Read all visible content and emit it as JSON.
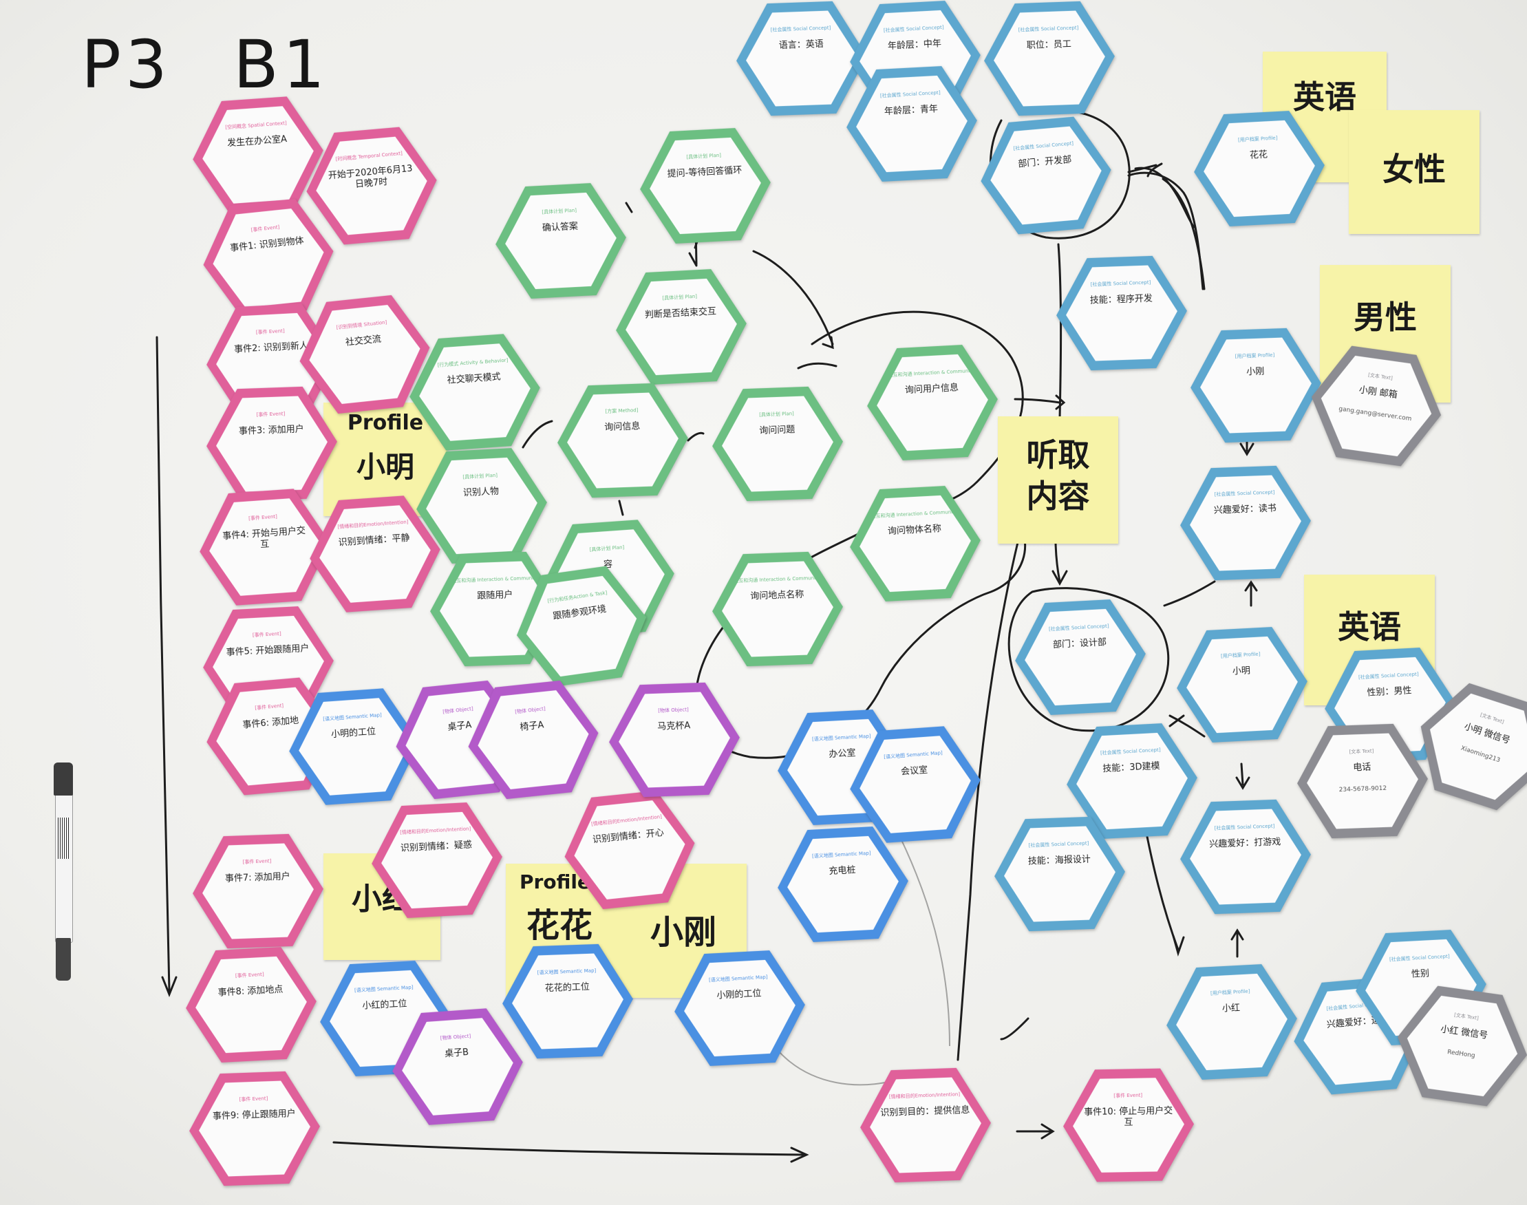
{
  "board": {
    "title_handwriting": [
      "P3",
      "B1"
    ],
    "colors": {
      "episode": "#e0609a",
      "action": "#6cbf82",
      "user": "#5da7cf",
      "environment": "#4a90e2",
      "object": "#b35ac9",
      "text": "#8c8c92",
      "sticky_note": "#f7f3a8",
      "ink": "#1a1a1a"
    }
  },
  "notes": [
    {
      "lines": [
        "Profile",
        "小明"
      ]
    },
    {
      "lines": [
        "听取",
        "内容"
      ]
    },
    {
      "lines": [
        "小红"
      ]
    },
    {
      "lines": [
        "Profile",
        "花花",
        "小刚"
      ]
    },
    {
      "lines": [
        "英语"
      ]
    },
    {
      "lines": [
        "女性"
      ]
    },
    {
      "lines": [
        "男性"
      ]
    },
    {
      "lines": [
        "英语"
      ]
    }
  ],
  "cards": [
    {
      "kind": "episode",
      "sub": "[空间概念 Spatial Context]",
      "label": "发生在办公室A"
    },
    {
      "kind": "episode",
      "sub": "[时间概念 Temporal Context]",
      "label": "开始于2020年6月13日晚7时"
    },
    {
      "kind": "episode",
      "sub": "[事件 Event]",
      "label": "事件1: 识别到物体"
    },
    {
      "kind": "episode",
      "sub": "[事件 Event]",
      "label": "事件2: 识别到新人"
    },
    {
      "kind": "episode",
      "sub": "[识别到情境 Situation]",
      "label": "社交交流"
    },
    {
      "kind": "episode",
      "sub": "[事件 Event]",
      "label": "事件3: 添加用户"
    },
    {
      "kind": "episode",
      "sub": "[事件 Event]",
      "label": "事件4: 开始与用户交互"
    },
    {
      "kind": "episode",
      "sub": "[情绪和目的Emotion/Intention]",
      "label": "识别到情绪：平静"
    },
    {
      "kind": "episode",
      "sub": "[事件 Event]",
      "label": "事件5: 开始跟随用户"
    },
    {
      "kind": "episode",
      "sub": "[事件 Event]",
      "label": "事件6: 添加地"
    },
    {
      "kind": "episode",
      "sub": "[情绪和目的Emotion/Intention]",
      "label": "识别到情绪：疑惑"
    },
    {
      "kind": "episode",
      "sub": "[情绪和目的Emotion/Intention]",
      "label": "识别到情绪：开心"
    },
    {
      "kind": "episode",
      "sub": "[事件 Event]",
      "label": "事件7: 添加用户"
    },
    {
      "kind": "episode",
      "sub": "[事件 Event]",
      "label": "事件8: 添加地点"
    },
    {
      "kind": "episode",
      "sub": "[事件 Event]",
      "label": "事件9: 停止跟随用户"
    },
    {
      "kind": "episode",
      "sub": "[情绪和目的Emotion/Intention]",
      "label": "识别到目的：提供信息"
    },
    {
      "kind": "episode",
      "sub": "[事件 Event]",
      "label": "事件10: 停止与用户交互"
    },
    {
      "kind": "action",
      "sub": "[具体计划 Plan]",
      "label": "提问-等待回答循环"
    },
    {
      "kind": "action",
      "sub": "[具体计划 Plan]",
      "label": "确认答案"
    },
    {
      "kind": "action",
      "sub": "[具体计划 Plan]",
      "label": "判断是否结束交互"
    },
    {
      "kind": "action",
      "sub": "[行为模式 Activity & Behavior]",
      "label": "社交聊天模式"
    },
    {
      "kind": "action",
      "sub": "[方案 Method]",
      "label": "询问信息"
    },
    {
      "kind": "action",
      "sub": "[具体计划 Plan]",
      "label": "询问问题"
    },
    {
      "kind": "action",
      "sub": "[交互和沟通 Interaction & Communication]",
      "label": "询问用户信息"
    },
    {
      "kind": "action",
      "sub": "[具体计划 Plan]",
      "label": "识别人物"
    },
    {
      "kind": "action",
      "sub": "[具体计划 Plan]",
      "label": "容"
    },
    {
      "kind": "action",
      "sub": "[交互和沟通 Interaction & Communication]",
      "label": "跟随用户"
    },
    {
      "kind": "action",
      "sub": "[行为和任务Action & Task]",
      "label": "跟随参观环境"
    },
    {
      "kind": "action",
      "sub": "[交互和沟通 Interaction & Communication]",
      "label": "询问物体名称"
    },
    {
      "kind": "action",
      "sub": "[交互和沟通 Interaction & Communication]",
      "label": "询问地点名称"
    },
    {
      "kind": "user",
      "sub": "[社会属性 Social Concept]",
      "label": "语言：英语"
    },
    {
      "kind": "user",
      "sub": "[社会属性 Social Concept]",
      "label": "年龄层：中年"
    },
    {
      "kind": "user",
      "sub": "[社会属性 Social Concept]",
      "label": "职位：员工"
    },
    {
      "kind": "user",
      "sub": "[社会属性 Social Concept]",
      "label": "年龄层：青年"
    },
    {
      "kind": "user",
      "sub": "[社会属性 Social Concept]",
      "label": "部门：开发部"
    },
    {
      "kind": "user",
      "sub": "[用户档案 Profile]",
      "label": "花花"
    },
    {
      "kind": "user",
      "sub": "[社会属性 Social Concept]",
      "label": "技能：程序开发"
    },
    {
      "kind": "user",
      "sub": "[用户档案 Profile]",
      "label": "小刚"
    },
    {
      "kind": "text",
      "sub": "[文本 Text]",
      "label": "小刚 邮箱",
      "extra": "gang.gang@server.com"
    },
    {
      "kind": "user",
      "sub": "[社会属性 Social Concept]",
      "label": "兴趣爱好：读书"
    },
    {
      "kind": "user",
      "sub": "[社会属性 Social Concept]",
      "label": "部门：设计部"
    },
    {
      "kind": "user",
      "sub": "[用户档案 Profile]",
      "label": "小明"
    },
    {
      "kind": "user",
      "sub": "[社会属性 Social Concept]",
      "label": "性别：男性"
    },
    {
      "kind": "text",
      "sub": "[文本 Text]",
      "label": "电话",
      "extra": "234-5678-9012"
    },
    {
      "kind": "text",
      "sub": "[文本 Text]",
      "label": "小明 微信号",
      "extra": "Xiaoming213"
    },
    {
      "kind": "user",
      "sub": "[社会属性 Social Concept]",
      "label": "技能：3D建模"
    },
    {
      "kind": "user",
      "sub": "[社会属性 Social Concept]",
      "label": "技能：海报设计"
    },
    {
      "kind": "user",
      "sub": "[社会属性 Social Concept]",
      "label": "兴趣爱好：打游戏"
    },
    {
      "kind": "user",
      "sub": "[用户档案 Profile]",
      "label": "小红"
    },
    {
      "kind": "user",
      "sub": "[社会属性 Social Concept]",
      "label": "兴趣爱好：运动"
    },
    {
      "kind": "user",
      "sub": "[社会属性 Social Concept]",
      "label": "性别"
    },
    {
      "kind": "text",
      "sub": "[文本 Text]",
      "label": "小红 微信号",
      "extra": "RedHong"
    },
    {
      "kind": "environment",
      "sub": "[语义地图 Semantic Map]",
      "label": "小明的工位"
    },
    {
      "kind": "object",
      "sub": "[物体 Object]",
      "label": "桌子A"
    },
    {
      "kind": "object",
      "sub": "[物体 Object]",
      "label": "椅子A"
    },
    {
      "kind": "object",
      "sub": "[物体 Object]",
      "label": "马克杯A"
    },
    {
      "kind": "environment",
      "sub": "[语义地图 Semantic Map]",
      "label": "办公室"
    },
    {
      "kind": "environment",
      "sub": "[语义地图 Semantic Map]",
      "label": "会议室"
    },
    {
      "kind": "environment",
      "sub": "[语义地图 Semantic Map]",
      "label": "充电桩"
    },
    {
      "kind": "environment",
      "sub": "[语义地图 Semantic Map]",
      "label": "小红的工位"
    },
    {
      "kind": "object",
      "sub": "[物体 Object]",
      "label": "桌子B"
    },
    {
      "kind": "environment",
      "sub": "[语义地图 Semantic Map]",
      "label": "花花的工位"
    },
    {
      "kind": "environment",
      "sub": "[语义地图 Semantic Map]",
      "label": "小刚的工位"
    }
  ]
}
